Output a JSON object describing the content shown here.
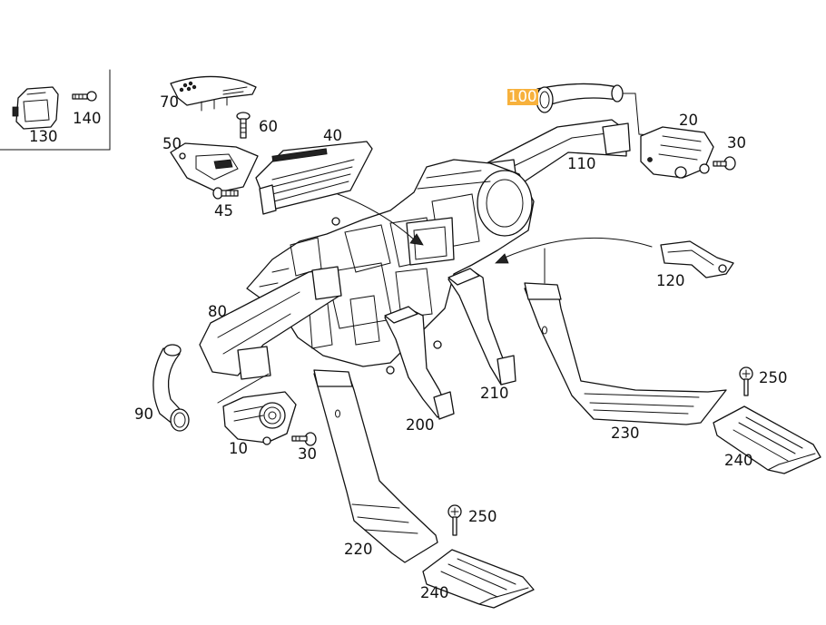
{
  "highlight_color": "#f7b13c",
  "labels": {
    "p100": "100",
    "p140": "140",
    "p130": "130",
    "p70": "70",
    "p60": "60",
    "p50": "50",
    "p45": "45",
    "p40": "40",
    "p20": "20",
    "p30a": "30",
    "p110": "110",
    "p120": "120",
    "p80": "80",
    "p90": "90",
    "p10": "10",
    "p30b": "30",
    "p200": "200",
    "p210": "210",
    "p230": "230",
    "p250a": "250",
    "p240a": "240",
    "p220": "220",
    "p250b": "250",
    "p240b": "240"
  },
  "highlighted_part": "100"
}
